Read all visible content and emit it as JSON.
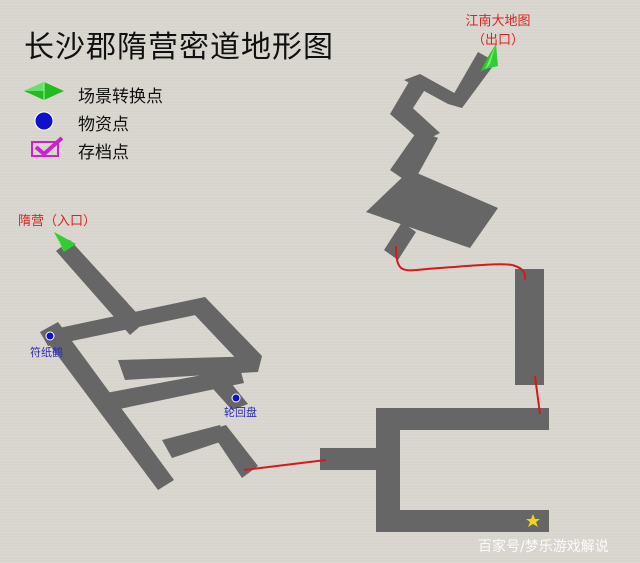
{
  "title": "长沙郡隋营密道地形图",
  "legend": {
    "items": [
      {
        "icon": "green-diamond-marker",
        "label": "场景转换点"
      },
      {
        "icon": "blue-dot",
        "label": "物资点"
      },
      {
        "icon": "magenta-checkbox",
        "label": "存档点"
      }
    ]
  },
  "map": {
    "exit": {
      "line1": "江南大地图",
      "line2": "（出口）"
    },
    "entrance": {
      "label": "隋营（入口）"
    },
    "items": [
      {
        "label": "符纸鹤"
      },
      {
        "label": "轮回盘"
      }
    ],
    "colors": {
      "path": "#666666",
      "connector": "#d41a1a",
      "scene_marker": "#22bb22",
      "item_dot": "#1010cc",
      "save_point": "#cc22cc",
      "star": "#f2d21a",
      "background": "#d9d6cf"
    }
  },
  "watermark": "百家号/梦乐游戏解说"
}
